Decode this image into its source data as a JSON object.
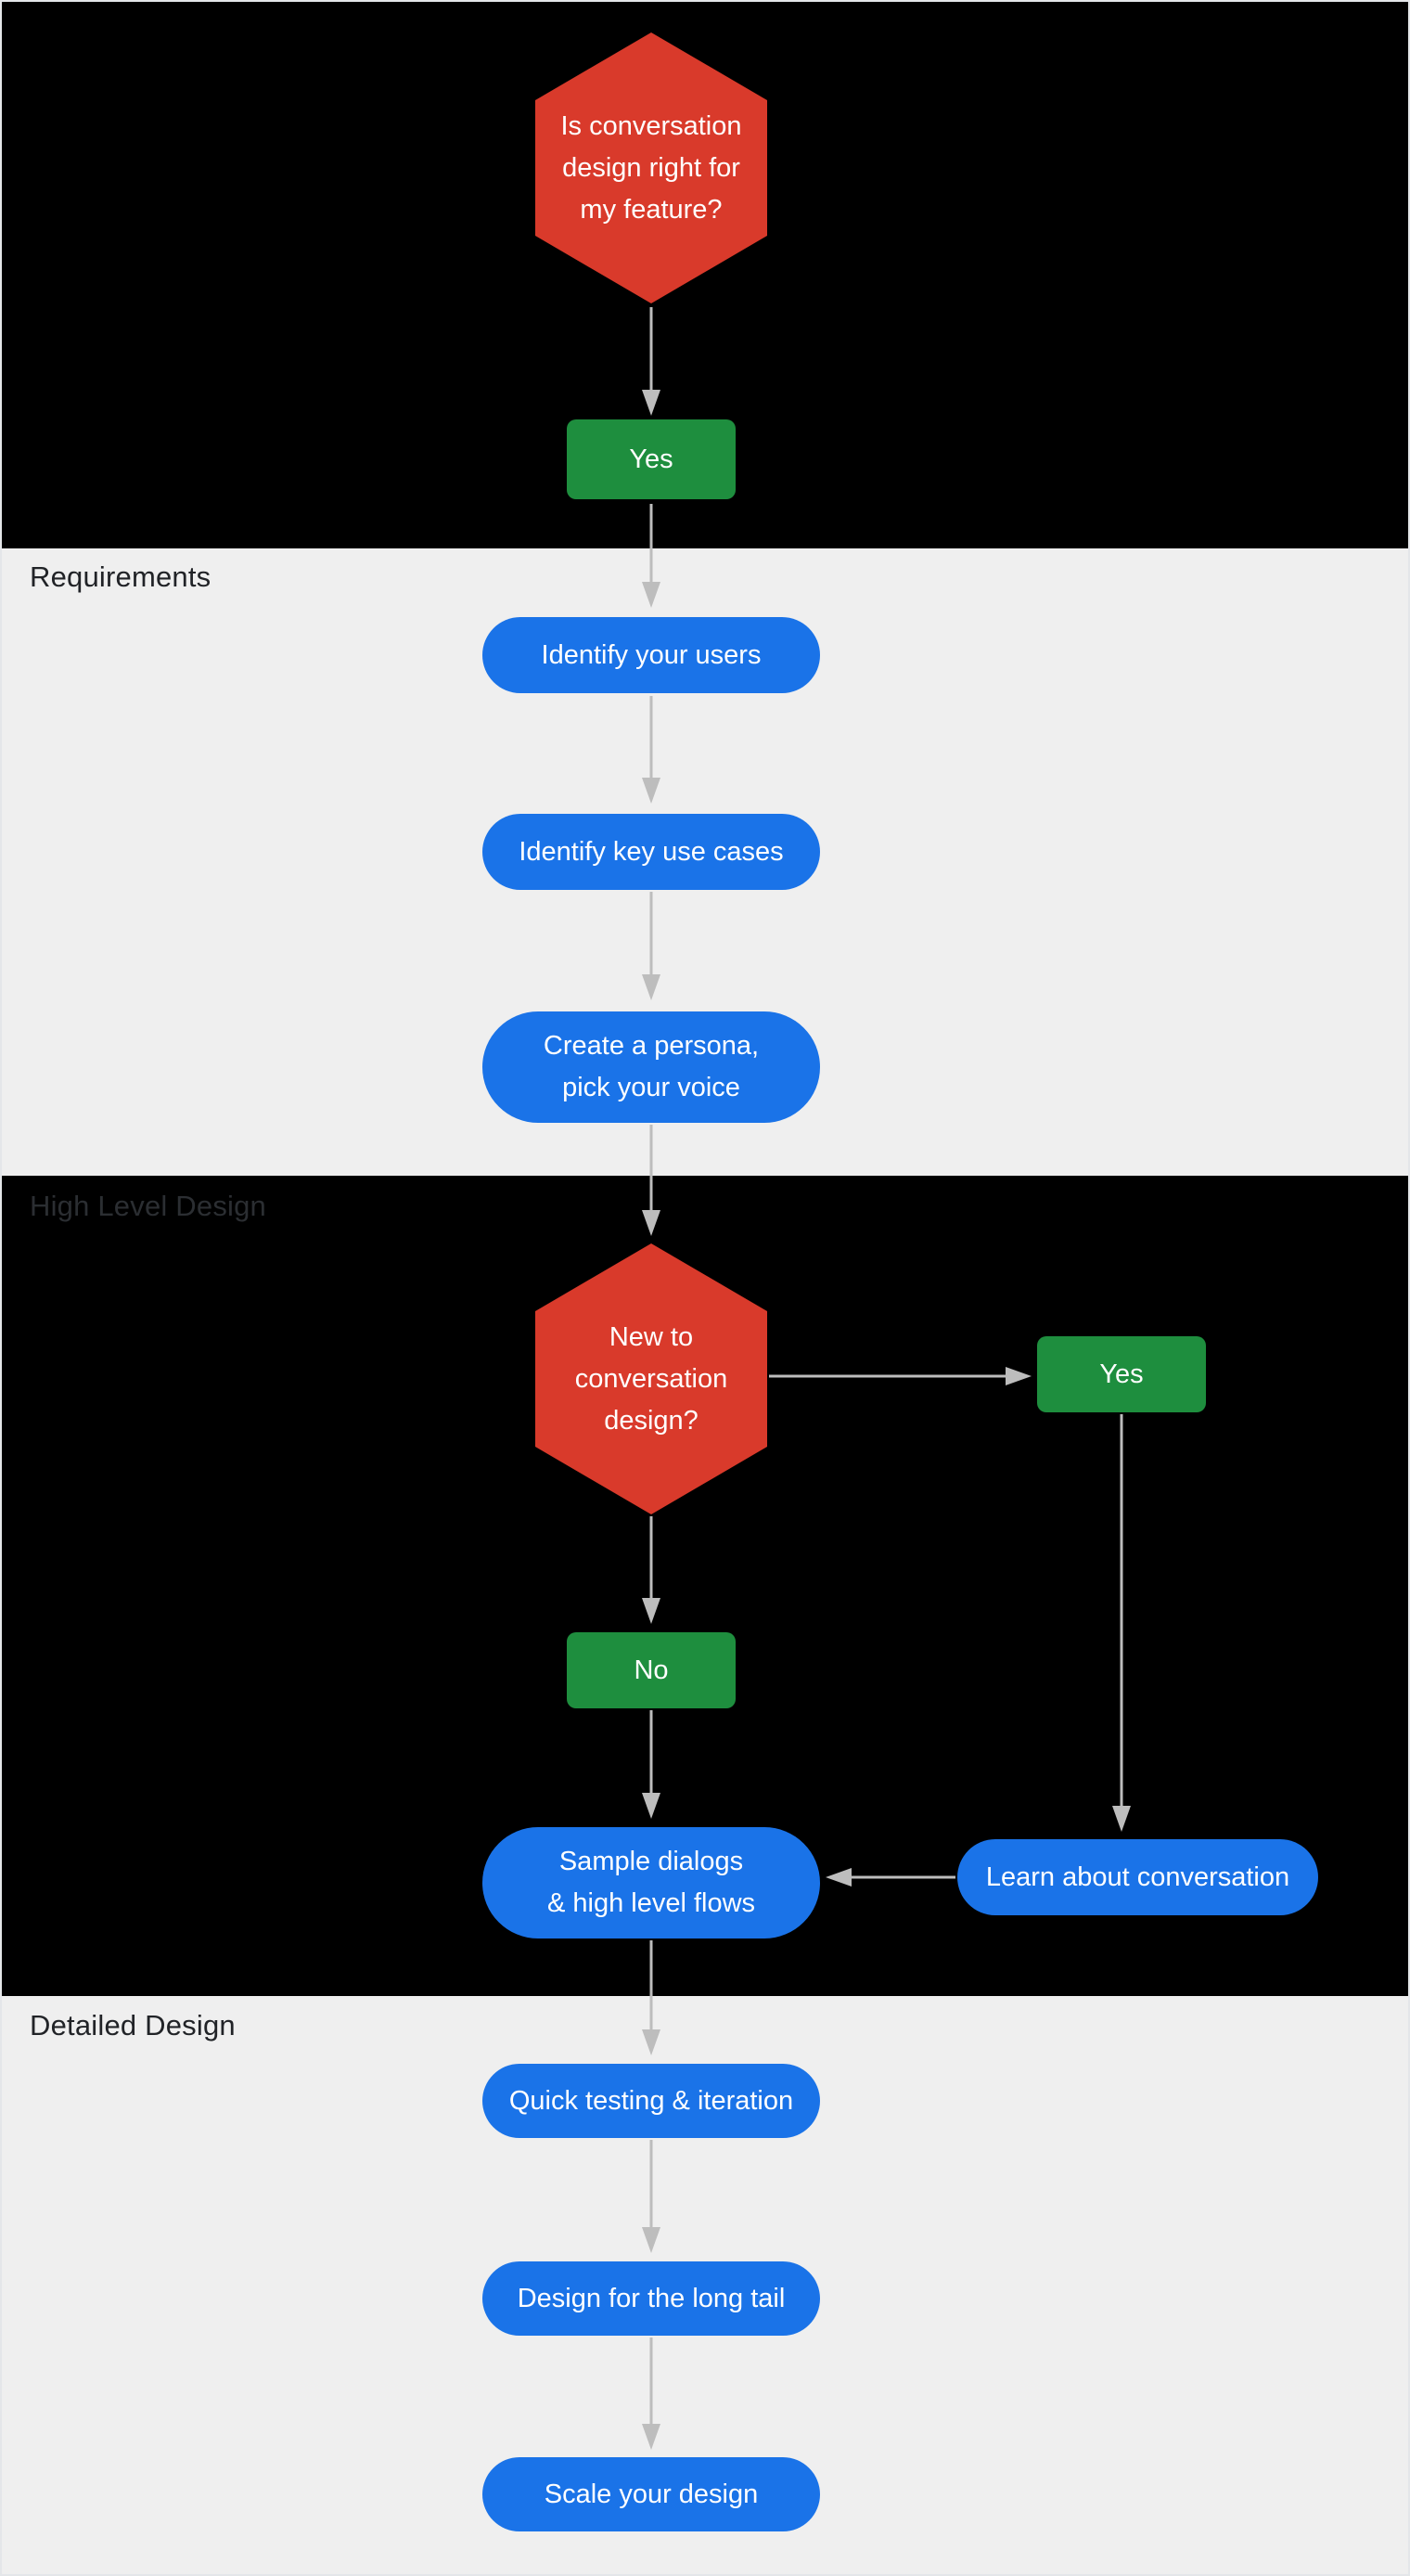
{
  "sections": [
    {
      "label": "Requirements"
    },
    {
      "label": "High Level Design"
    },
    {
      "label": "Detailed Design"
    }
  ],
  "nodes": {
    "decision_feature": {
      "text": "Is conversation\ndesign right for\nmy feature?"
    },
    "yes_feature": {
      "text": "Yes"
    },
    "identify_users": {
      "text": "Identify your users"
    },
    "identify_use_cases": {
      "text": "Identify key use cases"
    },
    "create_persona": {
      "text": "Create a persona,\npick your voice"
    },
    "decision_new": {
      "text": "New to\nconversation\ndesign?"
    },
    "yes_new": {
      "text": "Yes"
    },
    "no_new": {
      "text": "No"
    },
    "sample_dialogs": {
      "text": "Sample dialogs\n& high level flows"
    },
    "learn_conversation": {
      "text": "Learn about conversation"
    },
    "quick_testing": {
      "text": "Quick testing & iteration"
    },
    "long_tail": {
      "text": "Design for the long tail"
    },
    "scale_design": {
      "text": "Scale your design"
    }
  },
  "colors": {
    "decision_red": "#d93a2b",
    "answer_green": "#1e8e3e",
    "step_blue": "#1a73e8",
    "arrow_gray": "#bdbdbd",
    "section_light": "#efefef",
    "section_dark": "#000000"
  }
}
